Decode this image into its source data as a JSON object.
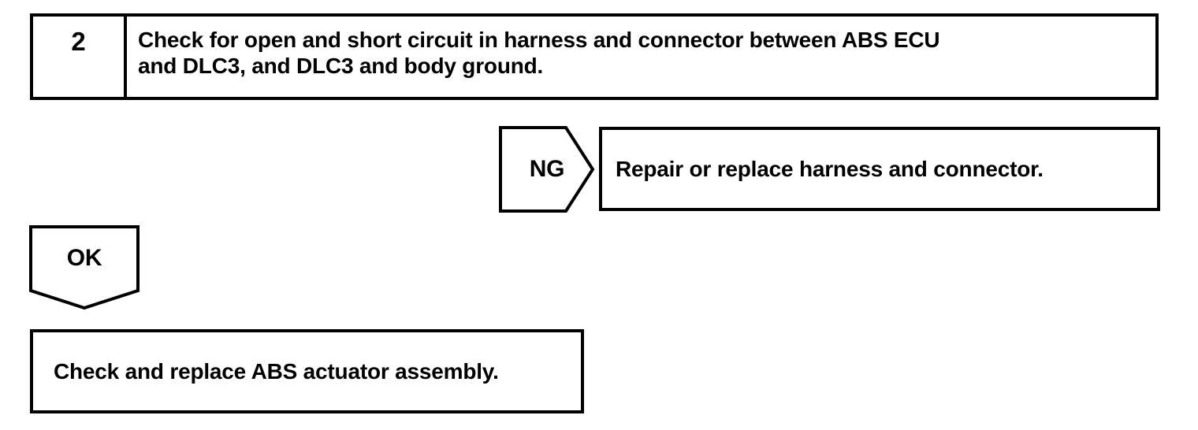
{
  "page": {
    "background_color": "#ffffff",
    "ink_color": "#000000"
  },
  "step": {
    "number": "2",
    "question_lines": [
      "Check for open and short circuit in harness and connector between ABS ECU",
      "and DLC3, and DLC3 and body ground."
    ]
  },
  "ng_branch": {
    "label": "NG",
    "action": "Repair or replace harness and connector."
  },
  "ok_branch": {
    "label": "OK",
    "action": "Check and replace ABS actuator assembly."
  }
}
